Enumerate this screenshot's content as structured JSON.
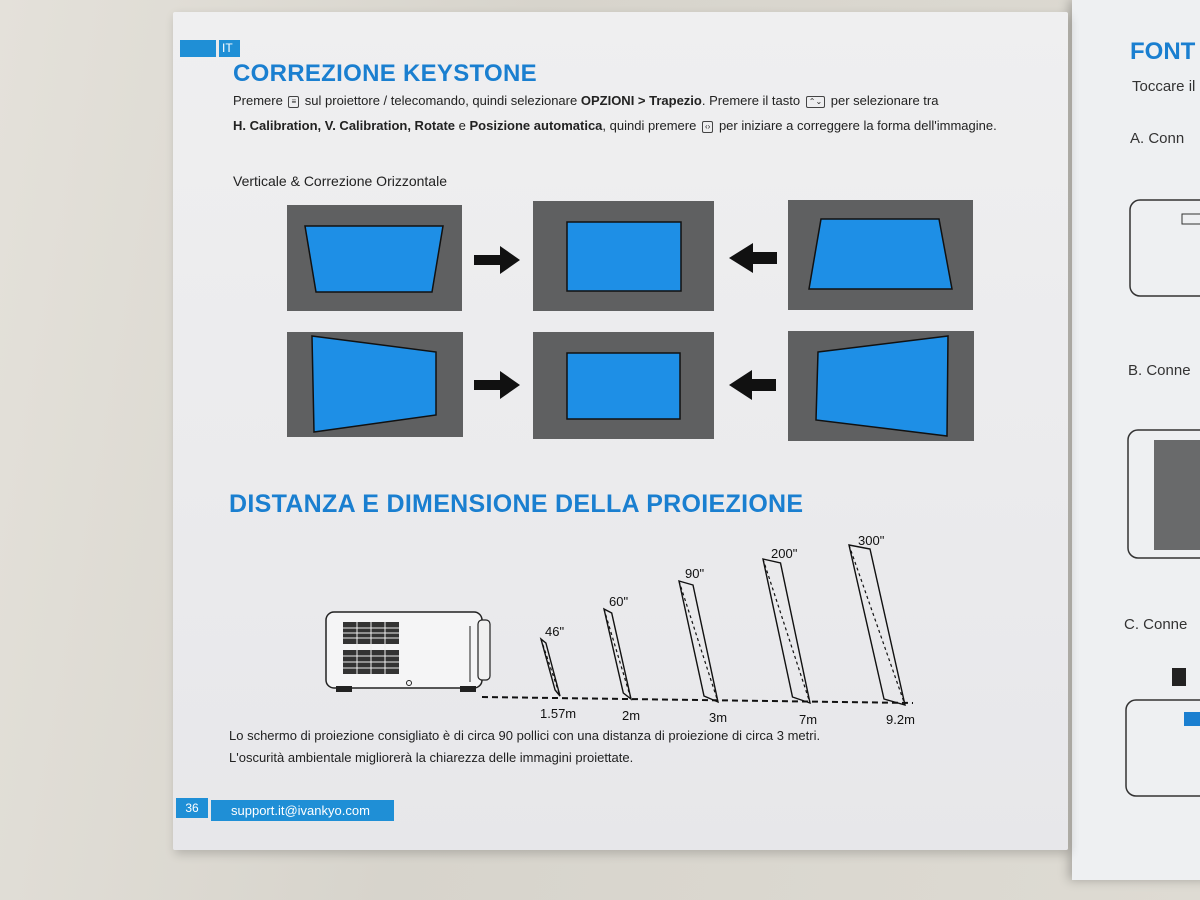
{
  "page": {
    "lang": "IT",
    "title_keystone": "CORREZIONE KEYSTONE",
    "intro": {
      "l1_a": "Premere",
      "l1_b": "sul proiettore / telecomando, quindi selezionare",
      "l1_c": "OPZIONI > Trapezio",
      "l1_d": ". Premere il tasto",
      "l1_e": "per selezionare tra",
      "l2_a": "H. Calibration, V. Calibration, Rotate",
      "l2_b": "e",
      "l2_c": "Posizione automatica",
      "l2_d": ", quindi premere",
      "l2_e": "per iniziare a correggere la forma dell'immagine."
    },
    "keys": {
      "menu": "≡",
      "updown": "⌃⌄",
      "leftright": "‹›"
    },
    "section_label": "Verticale & Correzione Orizzontale",
    "title_distance": "DISTANZA E DIMENSIONE DELLA PROIEZIONE",
    "caption_1": "Lo schermo di proiezione consigliato è di circa 90 pollici con una distanza di proiezione di circa 3 metri.",
    "caption_2": "L'oscurità ambientale migliorerà la chiarezza delle immagini proiettate.",
    "page_number": "36",
    "support_email": "support.it@ivankyo.com"
  },
  "projection": {
    "screens": [
      {
        "size": "46\"",
        "distance": "1.57m"
      },
      {
        "size": "60\"",
        "distance": "2m"
      },
      {
        "size": "90\"",
        "distance": "3m"
      },
      {
        "size": "200\"",
        "distance": "7m"
      },
      {
        "size": "300\"",
        "distance": "9.2m"
      }
    ]
  },
  "right_page": {
    "title": "FONT",
    "line": "Toccare il",
    "item_a": "A. Conn",
    "item_b": "B. Conne",
    "item_c": "C. Conne"
  },
  "colors": {
    "accent": "#1a7fd0",
    "screen_blue": "#1e8fe6",
    "panel_gray": "#5f6061"
  }
}
